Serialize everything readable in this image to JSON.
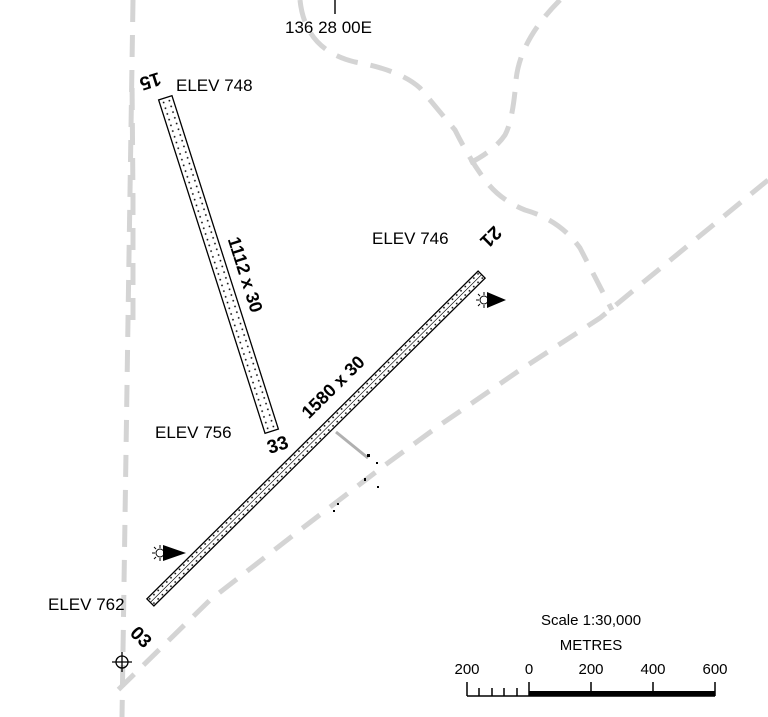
{
  "coordinate_label": "136 28 00E",
  "runways": [
    {
      "id": "runway-15-33",
      "end_a": {
        "designator": "15",
        "elevation": "ELEV 748"
      },
      "end_b": {
        "designator": "33",
        "elevation": "ELEV 756"
      },
      "dimensions": "1112 x 30"
    },
    {
      "id": "runway-03-21",
      "end_a": {
        "designator": "03",
        "elevation": "ELEV 762"
      },
      "end_b": {
        "designator": "21",
        "elevation": "ELEV 746"
      },
      "dimensions": "1580 x 30"
    }
  ],
  "scale": {
    "title": "Scale 1:30,000",
    "units": "METRES",
    "ticks": [
      "200",
      "0",
      "200",
      "400",
      "600"
    ]
  },
  "colors": {
    "road_dash": "#d4d4d4",
    "ink": "#000000",
    "taxiway": "#b0b0b0"
  },
  "icons": [
    "wind-indicator-icon",
    "wind-indicator-icon",
    "aerodrome-reference-point-icon"
  ]
}
